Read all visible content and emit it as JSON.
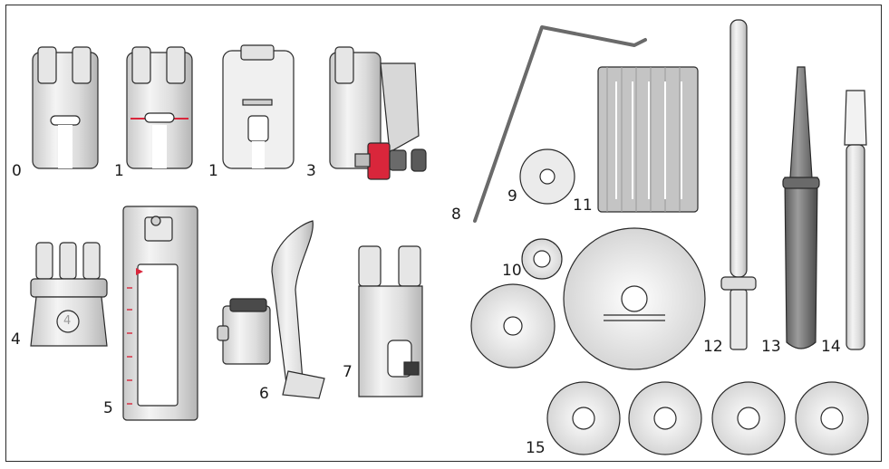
{
  "labels": {
    "foot_0": "0",
    "foot_1a": "1",
    "foot_1b": "1",
    "foot_3": "3",
    "foot_4": "4",
    "foot_5": "5",
    "foot_6": "6",
    "foot_7": "7",
    "edge_guide_8": "8",
    "felt_pad_9": "9",
    "needles_11": "11",
    "spool_cap_10": "10",
    "spool_holder_12": "12",
    "seam_ripper_13": "13",
    "brush_14": "14",
    "bobbins_15": "15"
  },
  "foot_badges": {
    "foot_4_badge": "4"
  },
  "colors": {
    "outline": "#2a2a2a",
    "metal_light": "#eeeeee",
    "metal_mid": "#cfcfcf",
    "metal_dark": "#9a9a9a",
    "red_accent": "#d9263b",
    "tool_gray": "#8a8a8a"
  }
}
